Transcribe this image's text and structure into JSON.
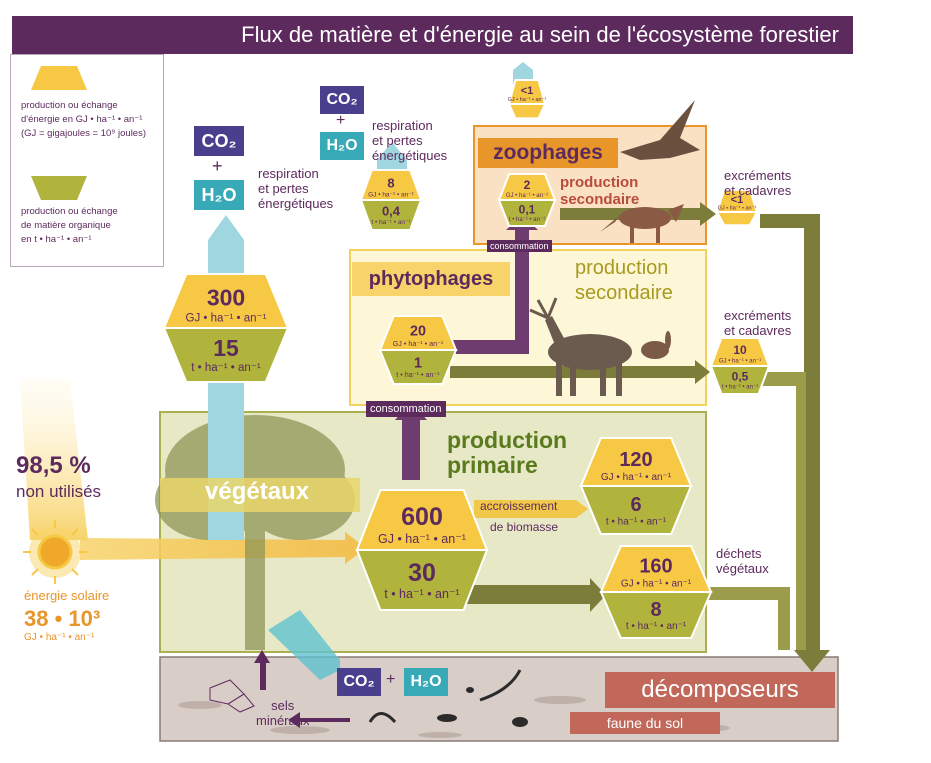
{
  "title": "Flux de matière et d'énergie au sein de l'écosystème forestier",
  "legend": {
    "energy_line1": "production ou échange",
    "energy_line2": "d'énergie en GJ • ha⁻¹ • an⁻¹",
    "energy_line3": "(GJ = gigajoules = 10⁹ joules)",
    "matter_line1": "production ou échange",
    "matter_line2": "de matière organique",
    "matter_line3": "en t • ha⁻¹ • an⁻¹"
  },
  "units": {
    "energy_big": "GJ • ha⁻¹ • an⁻¹",
    "matter_big": "t • ha⁻¹ • an⁻¹",
    "energy_small": "GJ • ha⁻¹ • an⁻¹",
    "matter_small": "t • ha⁻¹ • an⁻¹"
  },
  "gases": {
    "co2": "CO₂",
    "plus": "+",
    "h2o": "H₂O"
  },
  "solar": {
    "unused_pct": "98,5 %",
    "unused_label": "non utilisés",
    "energy_label": "énergie solaire",
    "energy_value": "38 • 10³",
    "energy_unit": "GJ • ha⁻¹ • an⁻¹"
  },
  "vegetaux": {
    "label": "végétaux",
    "resp_line1": "respiration",
    "resp_line2": "et pertes",
    "resp_line3": "énergétiques",
    "resp_energy": "300",
    "resp_matter": "15",
    "primary_title_1": "production",
    "primary_title_2": "primaire",
    "primary_energy": "600",
    "primary_matter": "30",
    "growth_label_1": "accroissement",
    "growth_label_2": "de biomasse",
    "growth_energy": "120",
    "growth_matter": "6",
    "waste_label_1": "déchets",
    "waste_label_2": "végétaux",
    "waste_energy": "160",
    "waste_matter": "8"
  },
  "phytophages": {
    "label": "phytophages",
    "consumption_label": "consommation",
    "consumption_energy": "20",
    "consumption_matter": "1",
    "resp_line1": "respiration",
    "resp_line2": "et pertes",
    "resp_line3": "énergétiques",
    "resp_energy": "8",
    "resp_matter": "0,4",
    "secondary_1": "production",
    "secondary_2": "secondaire",
    "excr_line1": "excréments",
    "excr_line2": "et cadavres",
    "excr_energy": "10",
    "excr_matter": "0,5"
  },
  "zoophages": {
    "label": "zoophages",
    "consumption_label": "consommation",
    "consumption_energy": "2",
    "consumption_matter": "0,1",
    "resp_energy": "<1",
    "secondary_1": "production",
    "secondary_2": "secondaire",
    "excr_line1": "excréments",
    "excr_line2": "et cadavres",
    "excr_energy": "<1"
  },
  "soil": {
    "decomposers": "décomposeurs",
    "fauna": "faune du sol",
    "minerals_1": "sels",
    "minerals_2": "minéraux"
  },
  "colors": {
    "purple": "#5d2a5d",
    "olive": "#8a8a2a",
    "yellow": "#f7c844",
    "cyan": "#5fc2cf",
    "green_box": "#e7e8c6",
    "orange": "#e8952a",
    "red_label": "#b94b3c"
  }
}
